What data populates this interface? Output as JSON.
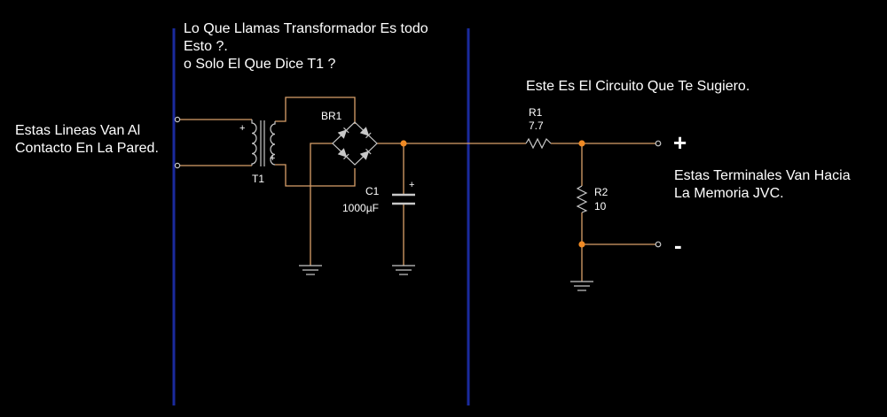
{
  "annotations": {
    "question": [
      "Lo Que Llamas Transformador Es todo",
      "Esto ?.",
      "o Solo El Que Dice T1 ?"
    ],
    "suggestion": "Este Es El Circuito Que Te Sugiero.",
    "input": [
      "Estas Lineas Van Al",
      "Contacto En La Pared."
    ],
    "output": [
      "Estas Terminales Van Hacia",
      "La Memoria JVC."
    ]
  },
  "terminals": {
    "positive": "+",
    "negative": "-"
  },
  "components": {
    "transformer": {
      "ref": "T1",
      "polarity": "+"
    },
    "bridge": {
      "ref": "BR1"
    },
    "capacitor": {
      "ref": "C1",
      "value": "1000µF",
      "polarity": "+"
    },
    "r1": {
      "ref": "R1",
      "value": "7.7"
    },
    "r2": {
      "ref": "R2",
      "value": "10"
    }
  },
  "colors": {
    "background": "#000000",
    "wire": "#d9a06a",
    "component": "#c8c8c8",
    "junction": "#f08a24",
    "divider": "#1a2a9c",
    "text": "#ffffff"
  }
}
